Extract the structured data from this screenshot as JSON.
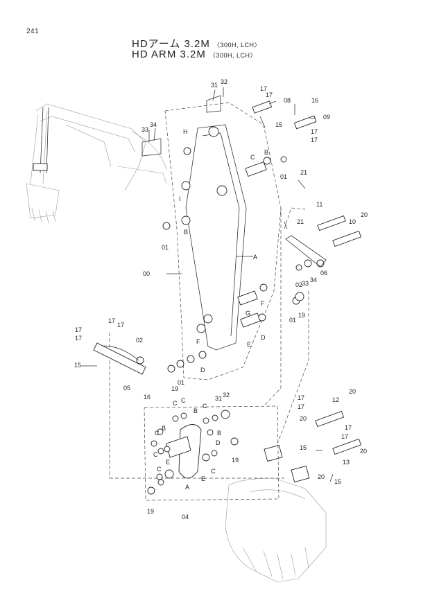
{
  "page": {
    "number": "241"
  },
  "title": {
    "line1_main": "HDアーム 3.2M",
    "line1_sub": "〈300H, LCH〉",
    "line2_main": "HD ARM 3.2M",
    "line2_sub": "〈300H, LCH〉"
  },
  "callouts": {
    "c31a": "31",
    "c32a": "32",
    "c17a": "17",
    "c17b": "17",
    "c08": "08",
    "c16a": "16",
    "c15a": "15",
    "c09": "09",
    "c17c": "17",
    "c17d": "17",
    "c33a": "33",
    "c34a": "34",
    "cH": "H",
    "cB1": "B",
    "cC1": "C",
    "c01a": "01",
    "c21a": "21",
    "cI": "I",
    "c21b": "21",
    "c11": "11",
    "c20a": "20",
    "c10": "10",
    "c01b": "01",
    "cB2": "B",
    "c00": "00",
    "cA1": "A",
    "c02a": "02",
    "c33b": "33",
    "c34b": "34",
    "c06": "06",
    "cF1": "F",
    "cG": "G",
    "c19a": "19",
    "c01c": "01",
    "cD1": "D",
    "cE1": "E",
    "c17e": "17",
    "c17f": "17",
    "c17g": "17",
    "c17h": "17",
    "c02b": "02",
    "cF2": "F",
    "c15b": "15",
    "cD2": "D",
    "c05": "05",
    "c16b": "16",
    "c19b": "19",
    "c01d": "01",
    "cC2": "C",
    "cC3": "C",
    "cC4": "C",
    "cB3": "B",
    "cB4": "B",
    "c31b": "31",
    "c32b": "32",
    "cC5": "C",
    "cD3": "D",
    "cB5": "B",
    "cC6": "C",
    "cE2": "E",
    "cC7": "C",
    "cE3": "E",
    "cC8": "C",
    "cA2": "A",
    "c19c": "19",
    "c19d": "19",
    "c04": "04",
    "c17i": "17",
    "c17j": "17",
    "c12": "12",
    "c20b": "20",
    "c20c": "20",
    "c15c": "15",
    "c17k": "17",
    "c17l": "17",
    "c13": "13",
    "c20d": "20",
    "c20e": "20",
    "c15d": "15"
  }
}
